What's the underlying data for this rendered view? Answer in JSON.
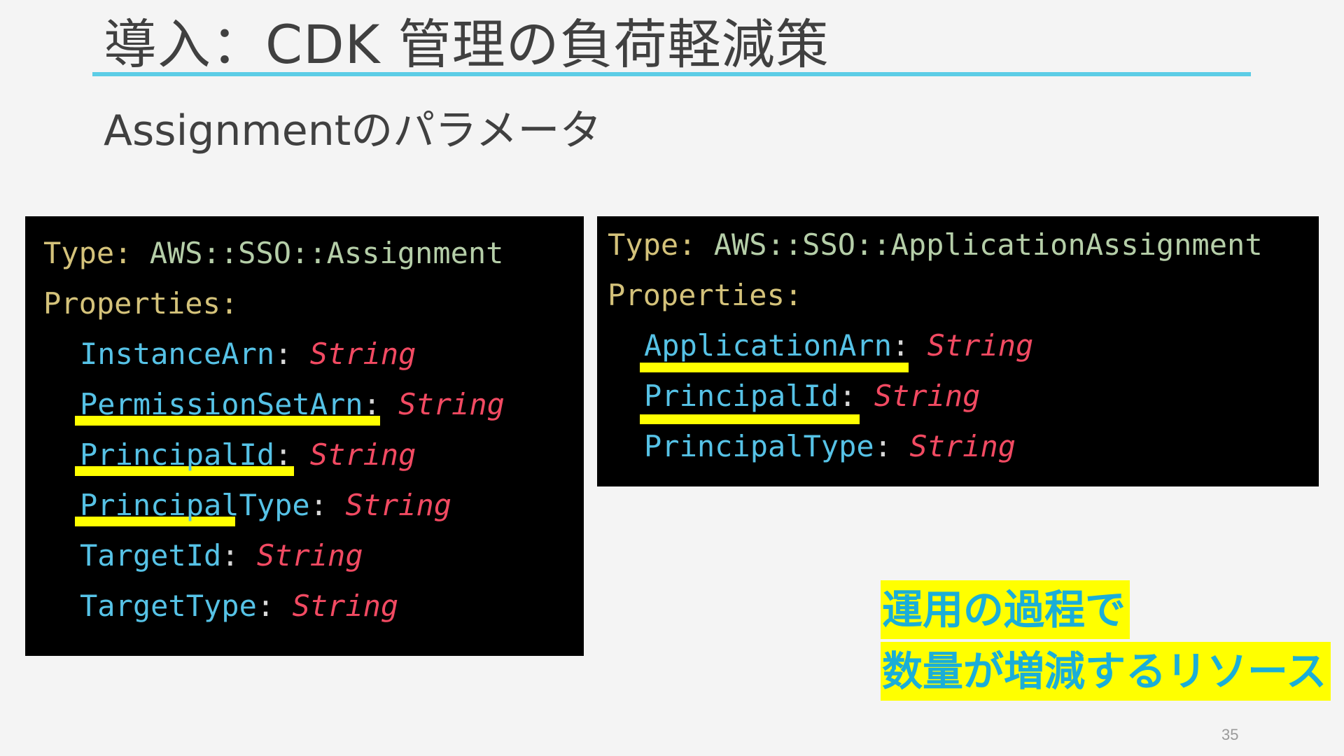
{
  "slide": {
    "title": "導入：CDK 管理の負荷軽減策",
    "subtitle": "Assignmentのパラメータ",
    "page_number": "35",
    "accent_color": "#5ccde6",
    "highlight_color": "#ffff00"
  },
  "left_code": {
    "type_key": "Type:",
    "type_value": "AWS::SSO::Assignment",
    "properties_key": "Properties:",
    "properties": [
      {
        "name": "InstanceArn",
        "colon": ":",
        "type": "String",
        "underlined": false
      },
      {
        "name": "PermissionSetArn",
        "colon": ":",
        "type": "String",
        "underlined": true
      },
      {
        "name": "PrincipalId",
        "colon": ":",
        "type": "String",
        "underlined": true
      },
      {
        "name": "PrincipalType",
        "colon": ":",
        "type": "String",
        "underlined": false
      },
      {
        "name": "TargetId",
        "colon": ":",
        "type": "String",
        "underlined": true
      },
      {
        "name": "TargetType",
        "colon": ":",
        "type": "String",
        "underlined": false
      }
    ]
  },
  "right_code": {
    "type_key": "Type:",
    "type_value": "AWS::SSO::ApplicationAssignment",
    "properties_key": "Properties:",
    "properties": [
      {
        "name": "ApplicationArn",
        "colon": ":",
        "type": "String",
        "underlined": true
      },
      {
        "name": "PrincipalId",
        "colon": ":",
        "type": "String",
        "underlined": true
      },
      {
        "name": "PrincipalType",
        "colon": ":",
        "type": "String",
        "underlined": false
      }
    ]
  },
  "callout": {
    "line1": "運用の過程で",
    "line2": "数量が増減するリソース"
  }
}
